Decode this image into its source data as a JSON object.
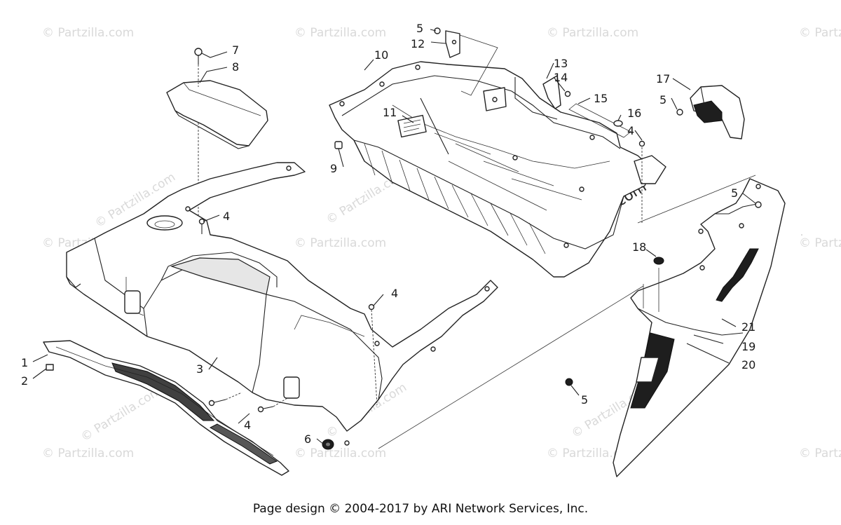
{
  "footer": "Page design © 2004-2017 by ARI Network Services, Inc.",
  "watermark": {
    "small": "© Partzilla.com",
    "large": "© Partzilla.com"
  },
  "callouts": [
    "1",
    "2",
    "3",
    "4",
    "4",
    "4",
    "4",
    "4",
    "5",
    "5",
    "5",
    "5",
    "5",
    "6",
    "7",
    "8",
    "9",
    "10",
    "11",
    "12",
    "13",
    "14",
    "15",
    "16",
    "17",
    "18",
    "19",
    "20",
    "21"
  ],
  "colors": {
    "line": "#222222",
    "watermark": "#d9d9d9",
    "fill": "#ffffff"
  }
}
